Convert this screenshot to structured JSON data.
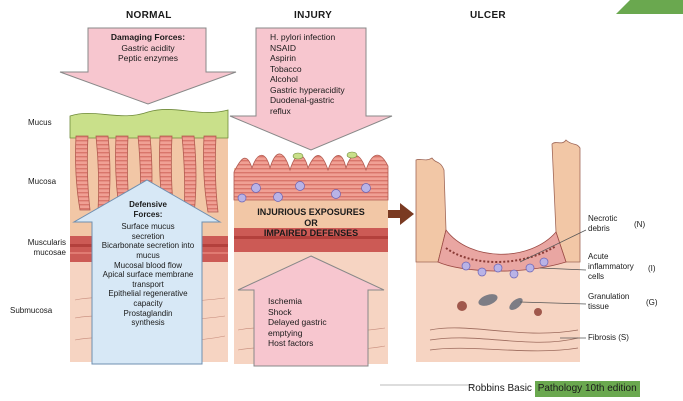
{
  "headers": {
    "normal": "NORMAL",
    "injury": "INJURY",
    "ulcer": "ULCER"
  },
  "layers": {
    "mucus": "Mucus",
    "mucosa": "Mucosa",
    "muscularis_mucosae": "Muscularis mucosae",
    "submucosa": "Submucosa"
  },
  "damaging": {
    "title": "Damaging Forces:",
    "items": [
      "Gastric acidity",
      "Peptic enzymes"
    ]
  },
  "defensive": {
    "title": "Defensive Forces:",
    "items": [
      "Surface mucus secretion",
      "Bicarbonate secretion into mucus",
      "Mucosal blood flow",
      "Apical surface membrane transport",
      "Epithelial regenerative capacity",
      "Prostaglandin synthesis"
    ]
  },
  "injury_causes": [
    "H. pylori infection",
    "NSAID",
    "Aspirin",
    "Tobacco",
    "Alcohol",
    "Gastric hyperacidity",
    "Duodenal-gastric reflux"
  ],
  "injurious": {
    "line1": "INJURIOUS EXPOSURES",
    "line2": "OR",
    "line3": "IMPAIRED DEFENSES"
  },
  "host_factors": [
    "Ischemia",
    "Shock",
    "Delayed gastric emptying",
    "Host factors"
  ],
  "ulcer_labels": {
    "necrotic": "Necrotic debris",
    "necrotic_code": "(N)",
    "acute": "Acute inflammatory cells",
    "acute_code": "(I)",
    "granulation": "Granulation tissue",
    "granulation_code": "(G)",
    "fibrosis": "Fibrosis",
    "fibrosis_code": "(S)"
  },
  "caption": {
    "left": "Robbins Basic ",
    "right": "Pathology 10th edition"
  },
  "colors": {
    "damage_box": "#f7c6cf",
    "defense_box": "#d7e8f6",
    "mucus": "#c9e08a",
    "mucosa": "#f2c7a6",
    "muscularis": "#cc5a55",
    "submucosa": "#f6d4c2",
    "gland": "#e98b80",
    "arrow_brown": "#7a3a22",
    "green_tab": "#6aa84f"
  }
}
